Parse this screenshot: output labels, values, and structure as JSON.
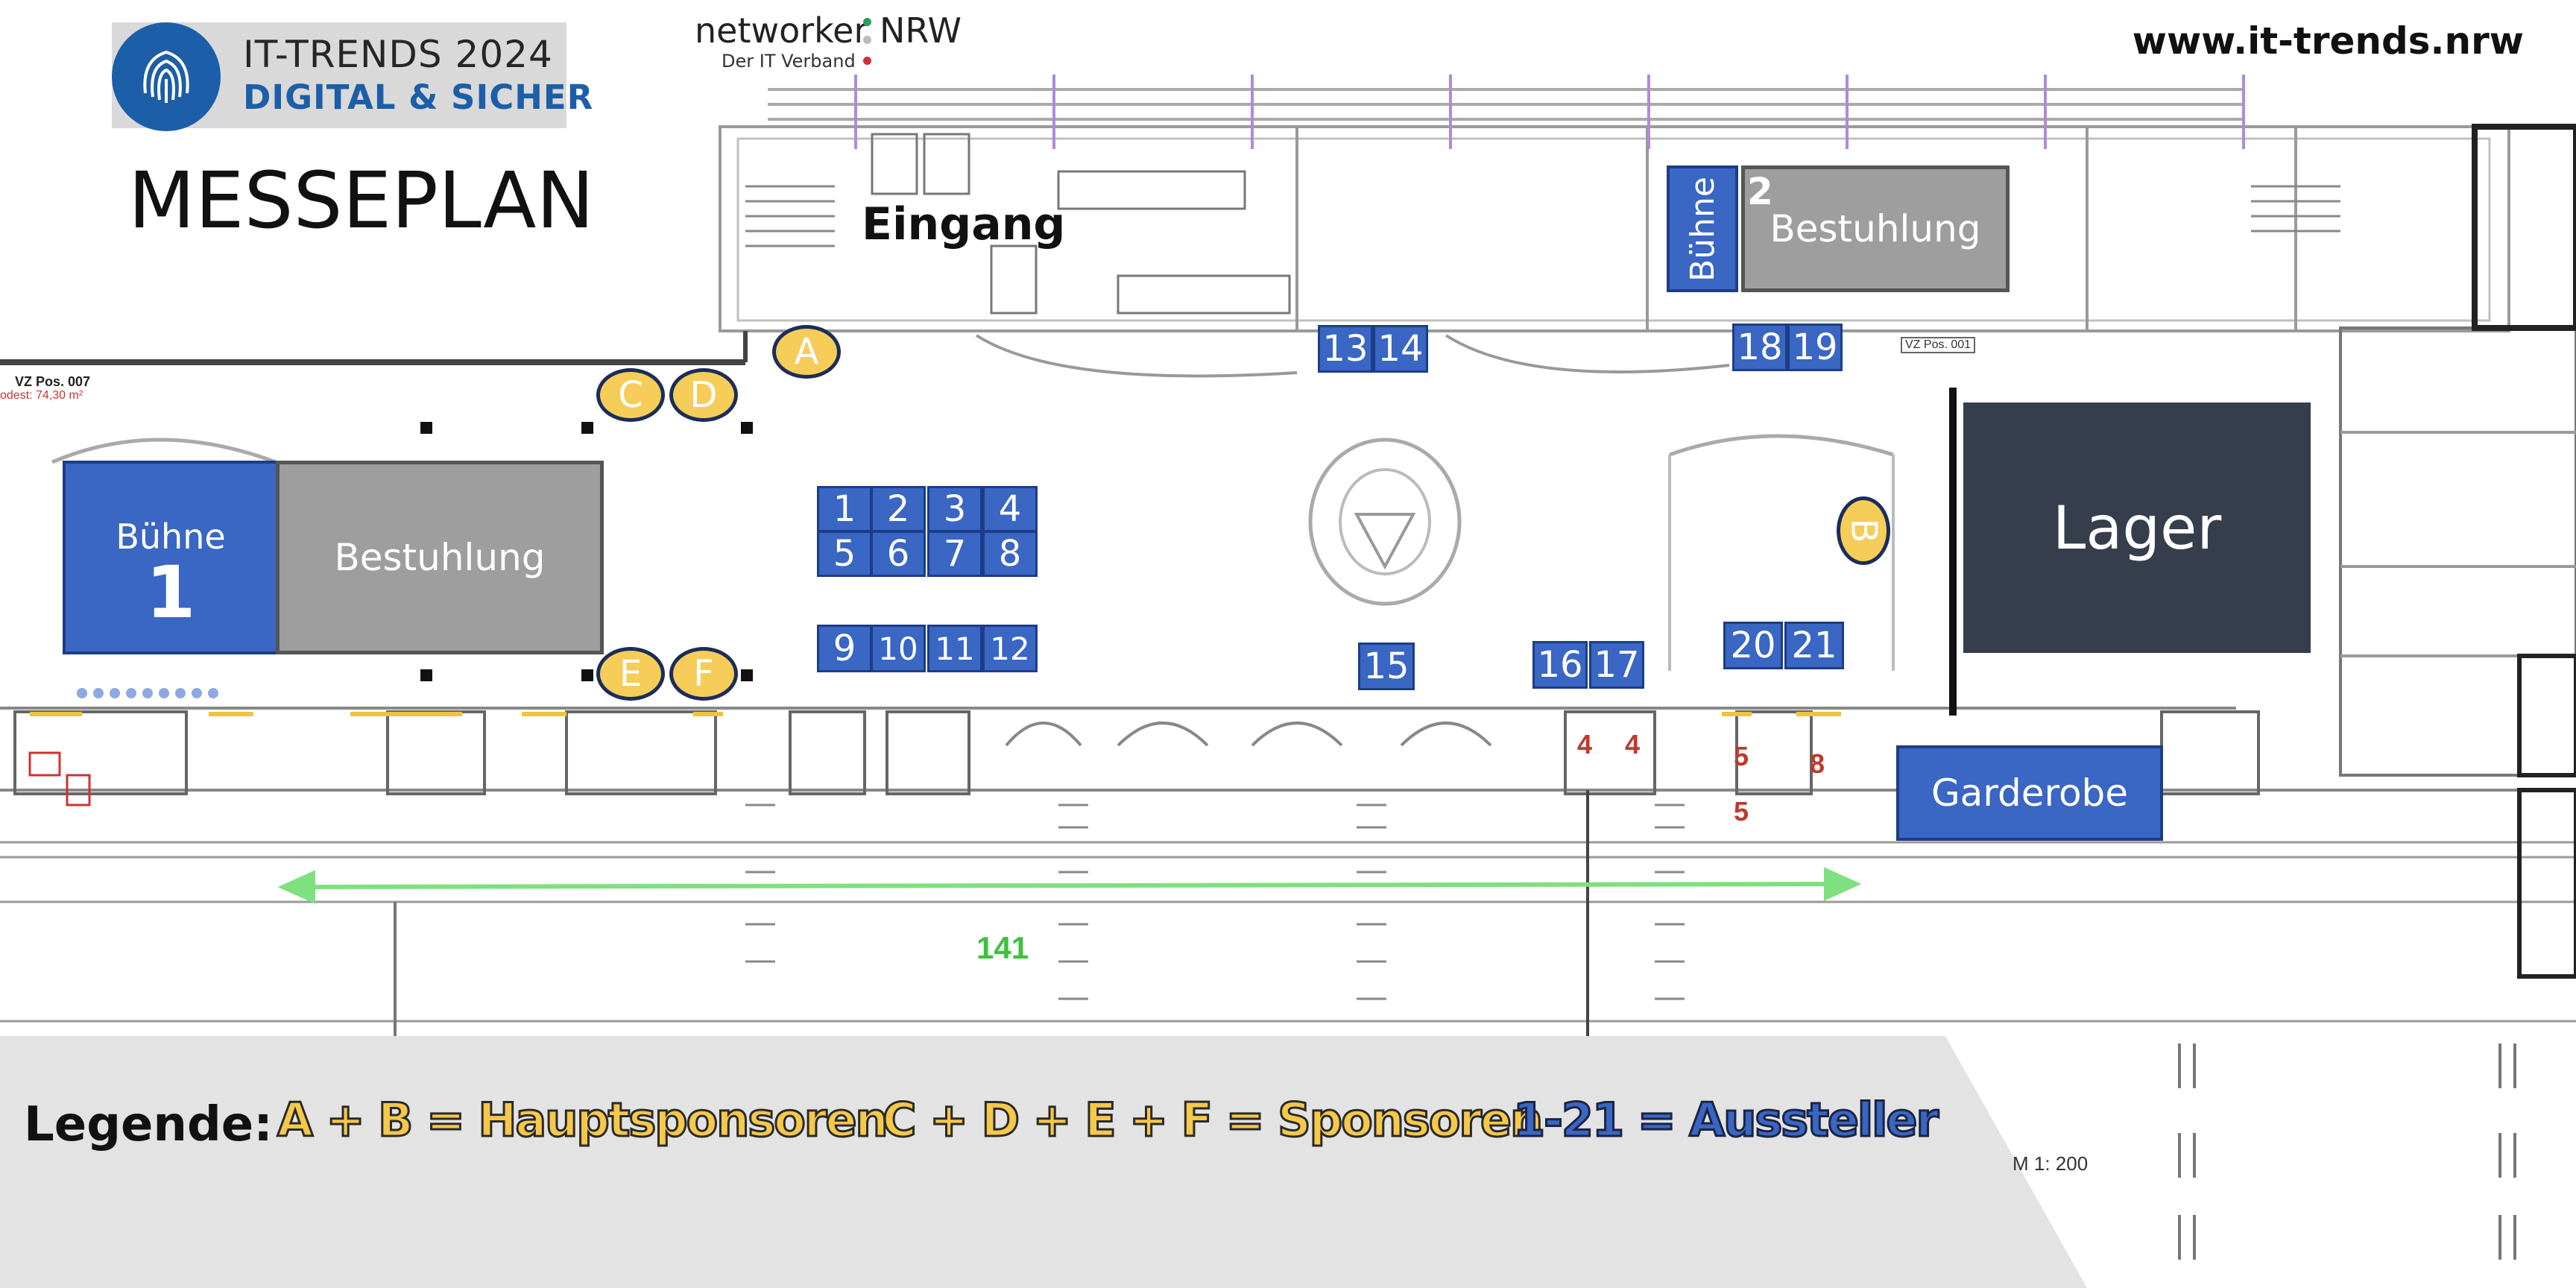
{
  "header": {
    "logo_line1": "IT-TRENDS 2024",
    "logo_line2": "DIGITAL & SICHER",
    "title": "MESSEPLAN",
    "org_name_left": "networker",
    "org_name_right": "NRW",
    "org_tagline": "Der IT Verband",
    "website": "www.it-trends.nrw"
  },
  "areas": {
    "entrance": "Eingang",
    "stage1_label": "Bühne",
    "stage1_number": "1",
    "seating1": "Bestuhlung",
    "stage2_label": "Bühne",
    "stage2_number": "2",
    "seating2": "Bestuhlung",
    "storage": "Lager",
    "cloakroom": "Garderobe"
  },
  "stands": [
    "1",
    "2",
    "3",
    "4",
    "5",
    "6",
    "7",
    "8",
    "9",
    "10",
    "11",
    "12",
    "13",
    "14",
    "15",
    "16",
    "17",
    "18",
    "19",
    "20",
    "21"
  ],
  "sponsors": [
    "A",
    "B",
    "C",
    "D",
    "E",
    "F"
  ],
  "floorplan_marks": {
    "room_number": "141",
    "exit_4a": "4",
    "exit_4b": "4",
    "exit_5a": "5",
    "exit_5b": "5",
    "exit_8": "8",
    "scale": "M 1: 200",
    "vz_pos_007": "VZ Pos. 007",
    "vz_pos_001": "VZ Pos. 001",
    "area_note": "odest: 74,30 m²"
  },
  "legend": {
    "label": "Legende:",
    "main_sponsors": "A + B = Hauptsponsoren",
    "sponsors": "C + D + E + F = Sponsoren",
    "exhibitors": "1-21 = Aussteller"
  },
  "colors": {
    "stand_blue": "#3a66c4",
    "sponsor_yellow": "#f6cd59",
    "storage_dark": "#363e4d",
    "seating_grey": "#9e9e9e",
    "legend_band": "#e3e3e3",
    "arrow_green": "#7ee07e"
  }
}
